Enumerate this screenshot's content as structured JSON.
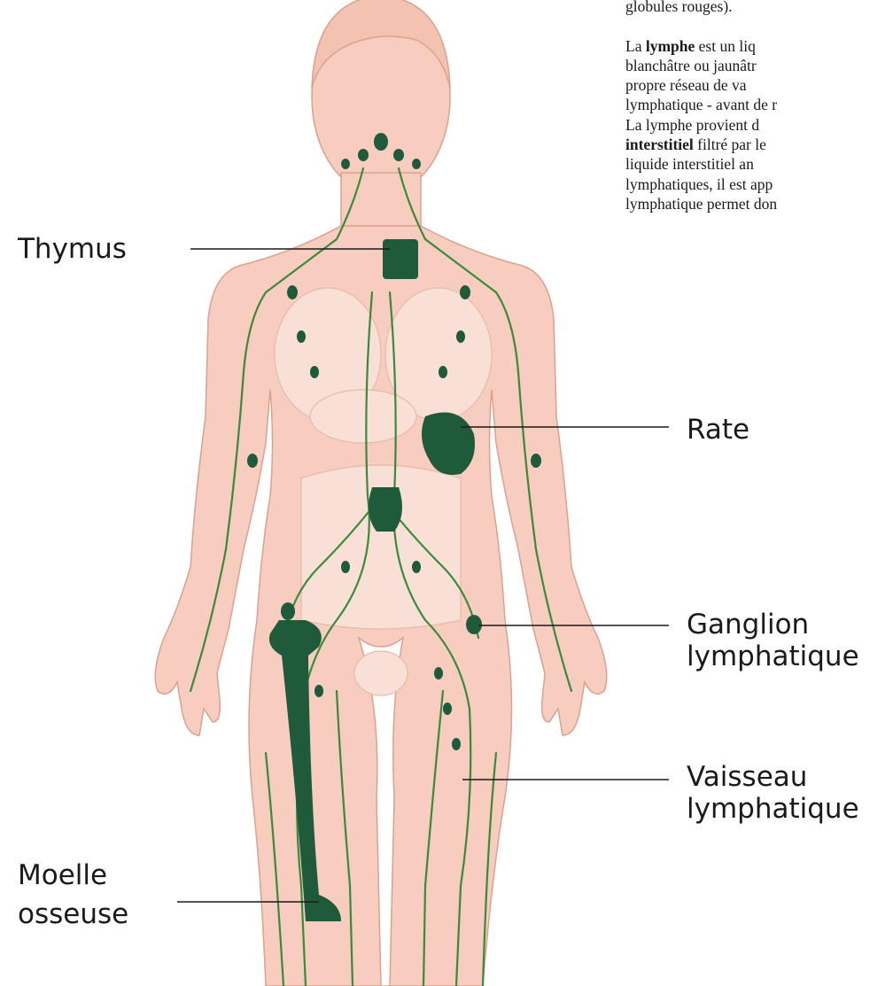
{
  "colors": {
    "skin": "#f6cdbf",
    "skin_shade": "#efb6a4",
    "skin_edge": "#d99886",
    "organ": "#1f5b3a",
    "vessel": "#3b8a3a",
    "background": "#ffffff"
  },
  "text_block": {
    "lines": [
      [
        "globules rouges)."
      ],
      [
        ""
      ],
      [
        "La ",
        {
          "b": "lymphe"
        },
        " est      un liq"
      ],
      [
        "blanchâtre  ou  jaunâtr"
      ],
      [
        "propre  réseau  de  va"
      ],
      [
        "lymphatique - avant de r"
      ],
      [
        "La  lymphe  provient  d"
      ],
      [
        {
          "b": "interstitiel"
        },
        " filtré  par  le"
      ],
      [
        "liquide  interstitiel  an"
      ],
      [
        "lymphatiques, il est app"
      ],
      [
        "lymphatique permet don"
      ]
    ]
  },
  "labels": {
    "thymus": "Thymus",
    "rate": "Rate",
    "ganglion": [
      "Ganglion",
      "lymphatique"
    ],
    "vaisseau": [
      "Vaisseau",
      "lymphatique"
    ],
    "moelle": [
      "Moelle",
      "osseuse"
    ]
  }
}
